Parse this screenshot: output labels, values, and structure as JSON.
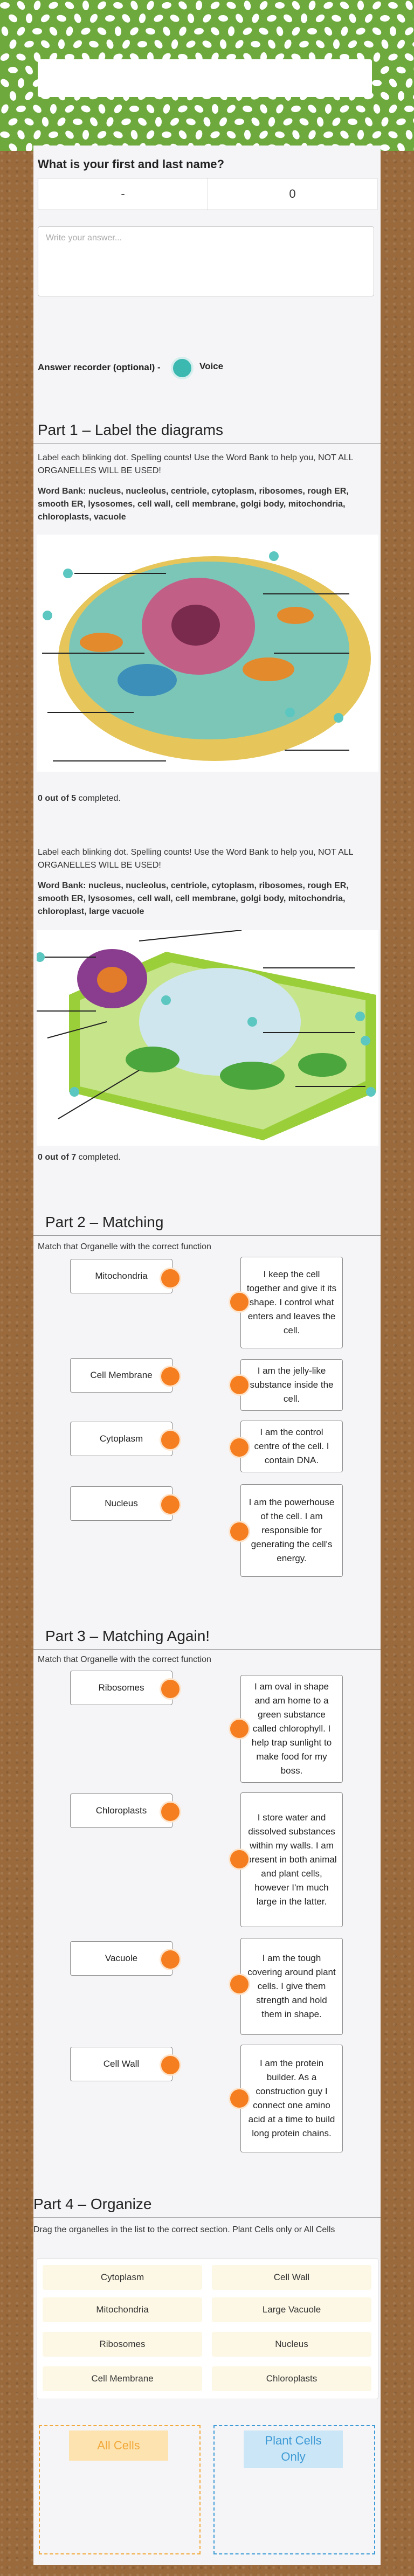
{
  "name_question": {
    "title": "What is your first and last name?",
    "first_cell": "-",
    "last_cell": "0",
    "placeholder": "Write your answer..."
  },
  "recorder": {
    "label": "Answer recorder (optional) - ",
    "voice": "Voice",
    "accent": "#3bb8b0"
  },
  "part1": {
    "heading": "Part 1 – Label the diagrams",
    "diagram1": {
      "instructions": "Label each blinking dot. Spelling counts! Use the Word Bank to help you, NOT ALL ORGANELLES WILL BE USED!",
      "wordbank": "Word Bank: nucleus, nucleolus, centriole, cytoplasm, ribosomes, rough ER, smooth ER, lysosomes, cell wall, cell membrane, golgi body, mitochondria, chloroplasts, vacuole",
      "count_prefix": "0 out of 5",
      "count_suffix": " completed."
    },
    "diagram2": {
      "instructions": "Label each blinking dot. Spelling counts! Use the Word Bank to help you, NOT ALL ORGANELLES WILL BE USED!",
      "wordbank": "Word Bank: nucleus, nucleolus, centriole, cytoplasm, ribosomes, rough ER, smooth ER, lysosomes, cell wall, cell membrane, golgi body, mitochondria, chloroplast, large vacuole",
      "count_prefix": "0 out of 7",
      "count_suffix": " completed."
    }
  },
  "part2": {
    "heading": "Part 2 – Matching",
    "instructions": "Match that Organelle with the correct function",
    "left": [
      "Mitochondria",
      "Cell Membrane",
      "Cytoplasm",
      "Nucleus"
    ],
    "right": [
      "I keep the cell together and give it its shape. I control what enters and leaves the cell.",
      "I am the jelly-like substance inside the cell.",
      "I am the control centre of the cell. I contain DNA.",
      "I am the powerhouse of the cell. I am responsible for generating the cell's energy."
    ]
  },
  "part3": {
    "heading": "Part 3 – Matching Again!",
    "instructions": "Match that Organelle with the correct function",
    "left": [
      "Ribosomes",
      "Chloroplasts",
      "Vacuole",
      "Cell Wall"
    ],
    "right": [
      "I am oval in shape and am home to a green substance called chlorophyll. I help trap sunlight to make food for my boss.",
      "I store water and dissolved substances within my walls. I am present in both animal and plant cells, however I'm much large in the latter.",
      "I am the tough covering around plant cells. I give them strength and hold them in shape.",
      "I am the protein builder. As a construction guy I connect one amino acid at a time to build long protein chains."
    ]
  },
  "part4": {
    "heading": "Part 4 – Organize",
    "instructions": "Drag the organelles in the list to the correct section. Plant Cells only or All Cells",
    "chips": [
      "Cytoplasm",
      "Cell Wall",
      "Mitochondria",
      "Large Vacuole",
      "Ribosomes",
      "Nucleus",
      "Cell Membrane",
      "Chloroplasts"
    ],
    "zone_all": "All Cells",
    "zone_plant_line1": "Plant Cells",
    "zone_plant_line2": "Only",
    "colors": {
      "all": "#f2a93b",
      "plant": "#3d9ad6",
      "dot": "#f57e20"
    }
  }
}
